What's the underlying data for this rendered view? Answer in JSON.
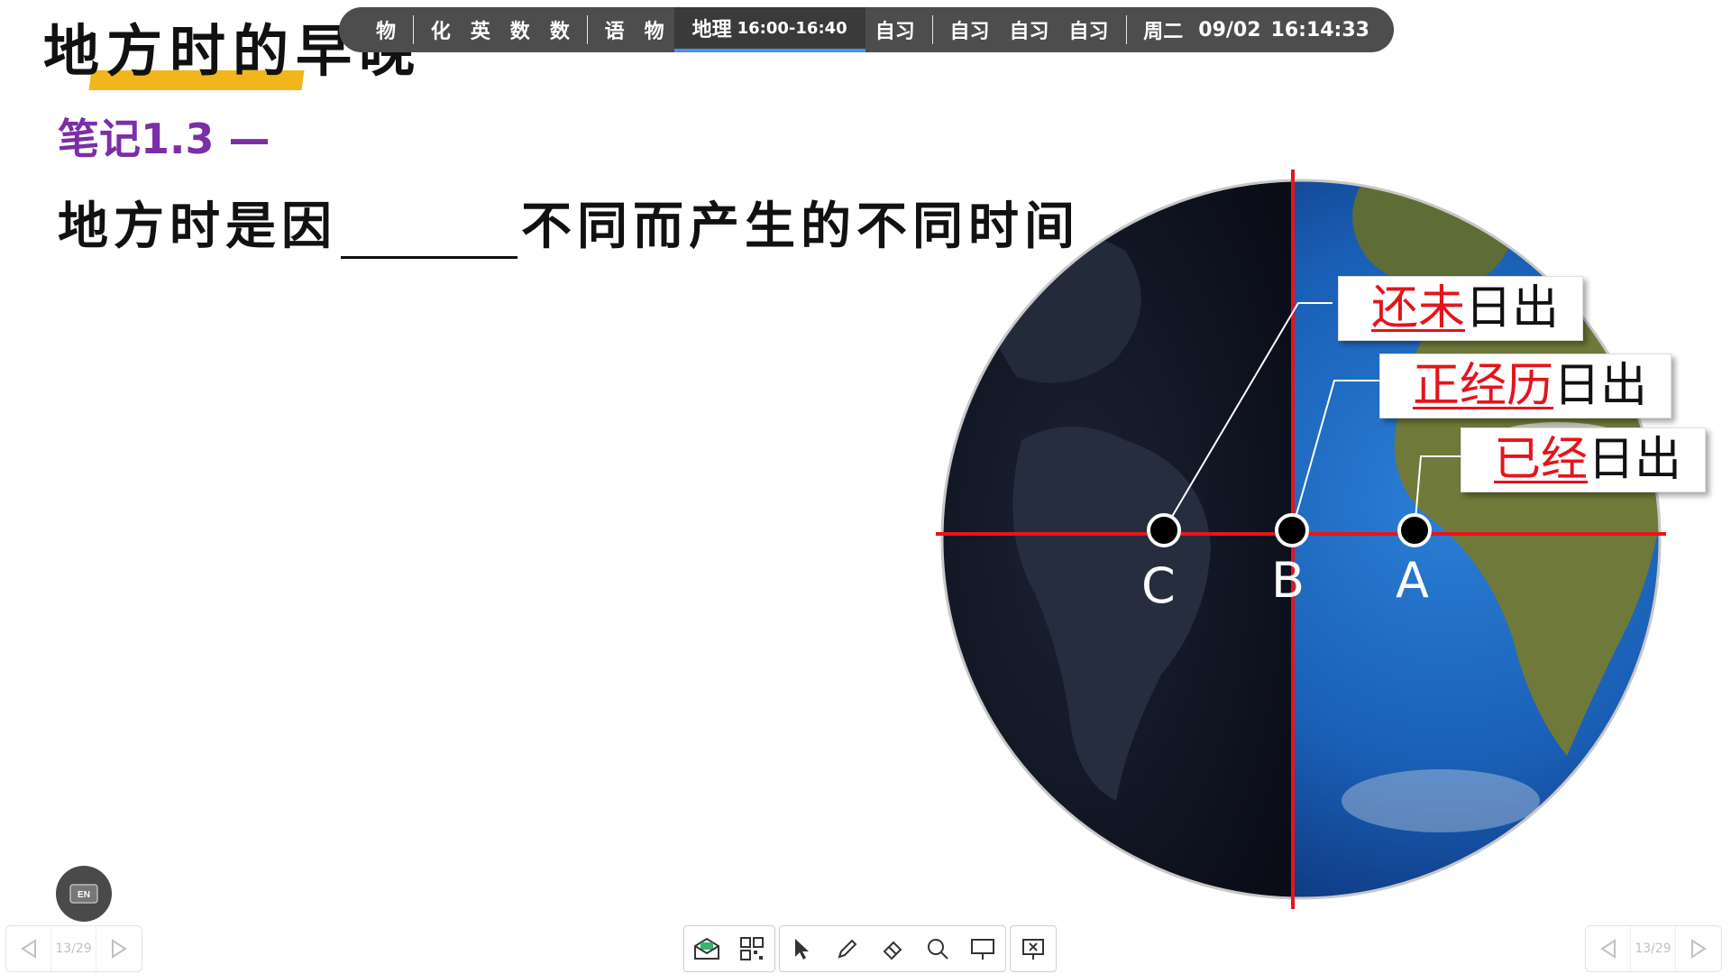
{
  "slide": {
    "title": "地方时的早晚",
    "note_label": "笔记1.3 —",
    "statement_before": "地方时是因",
    "statement_after": "不同而产生的不同时间"
  },
  "schedule": {
    "items_group1": [
      "物",
      "化",
      "英",
      "数",
      "数"
    ],
    "items_group2": [
      "语",
      "物"
    ],
    "active_subject": "地理",
    "active_time": "16:00-16:40",
    "item_after_active": "自习",
    "items_group3": [
      "自习",
      "自习",
      "自习"
    ],
    "weekday": "周二",
    "date": "09/02",
    "clock": "16:14:33"
  },
  "globe": {
    "points": [
      "C",
      "B",
      "A"
    ],
    "callouts": [
      {
        "red": "还未",
        "black": "日出"
      },
      {
        "red": "正经历",
        "black": "日出"
      },
      {
        "red": "已经",
        "black": "日出"
      }
    ],
    "line_color": "#e8141b"
  },
  "toolbar": {
    "lang": "EN",
    "page_left": "13/29",
    "page_right": "13/29"
  }
}
